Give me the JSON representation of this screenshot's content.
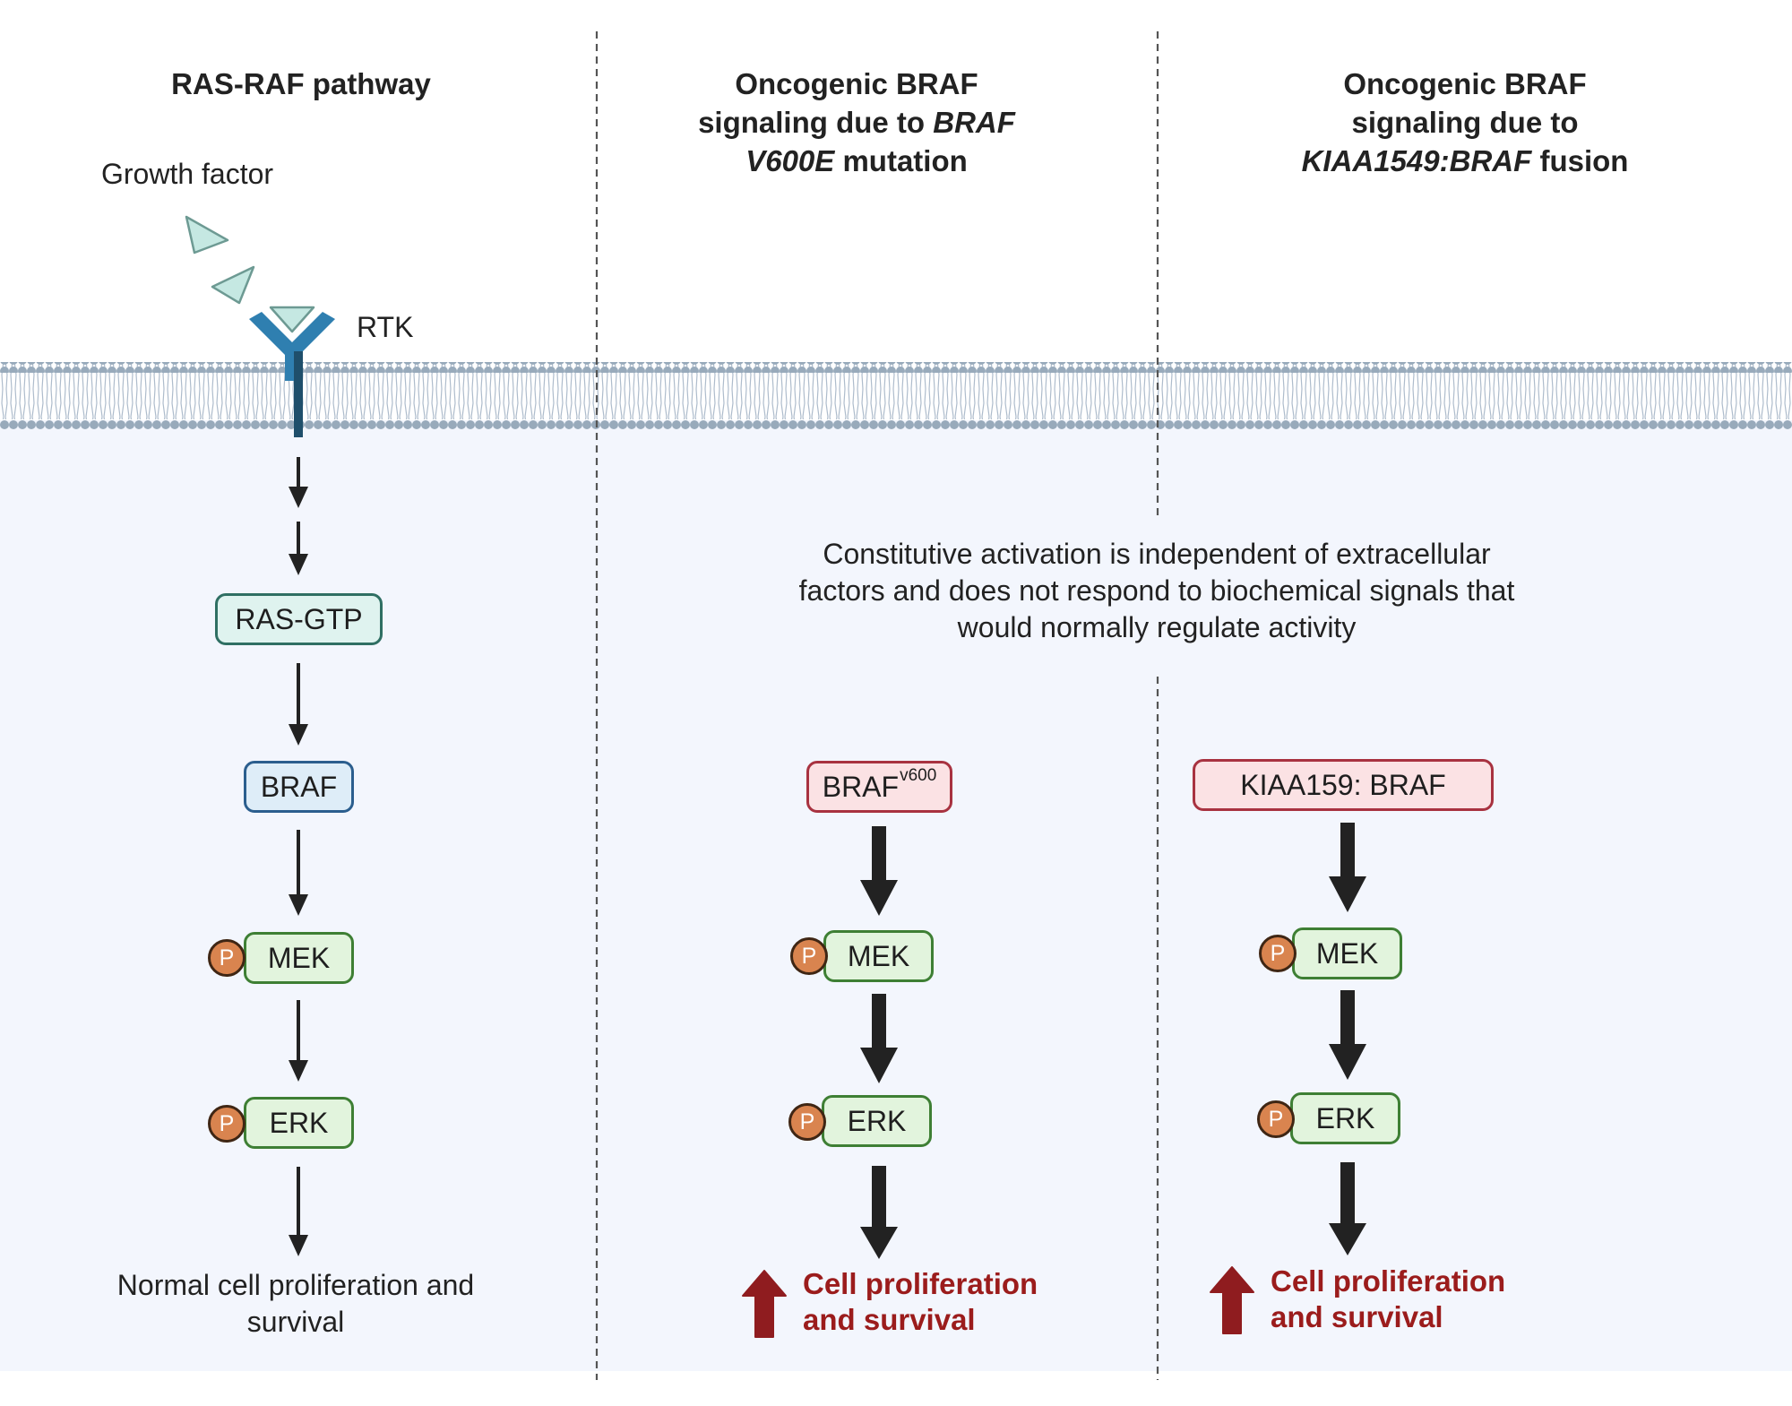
{
  "panels": [
    {
      "title_parts": [
        {
          "text": "RAS-RAF pathway",
          "italic": false
        }
      ]
    },
    {
      "title_parts": [
        {
          "text": "Oncogenic BRAF",
          "italic": false,
          "br": true
        },
        {
          "text": "signaling due to ",
          "italic": false
        },
        {
          "text": "BRAF",
          "italic": true,
          "br": true
        },
        {
          "text": "V600E",
          "italic": true
        },
        {
          "text": " mutation",
          "italic": false
        }
      ]
    },
    {
      "title_parts": [
        {
          "text": "Oncogenic BRAF",
          "italic": false,
          "br": true
        },
        {
          "text": "signaling due to",
          "italic": false,
          "br": true
        },
        {
          "text": "KIAA1549:BRAF",
          "italic": true
        },
        {
          "text": " fusion",
          "italic": false
        }
      ]
    }
  ],
  "labels": {
    "growth_factor": "Growth factor",
    "rtk": "RTK",
    "constitutive_note": "Constitutive activation is independent of extracellular factors and does not respond to biochemical signals that would normally regulate activity",
    "normal_outcome": "Normal cell proliferation and survival",
    "outcome_line1": "Cell proliferation",
    "outcome_line2": "and survival"
  },
  "nodes": {
    "ras_gtp": "RAS-GTP",
    "braf": "BRAF",
    "braf_v600_main": "BRAF",
    "braf_v600_sup": "v600",
    "fusion": "KIAA159: BRAF",
    "mek": "MEK",
    "erk": "ERK",
    "phospho": "P"
  },
  "colors": {
    "membrane_head": "#98aabb",
    "cytoplasm": "#f3f6fd",
    "receptor": "#2f7fb0",
    "ligand": "#c5e8e2",
    "arrow": "#222222",
    "outcome_red": "#9b1c1c",
    "up_arrow": "#8f1c1f"
  }
}
